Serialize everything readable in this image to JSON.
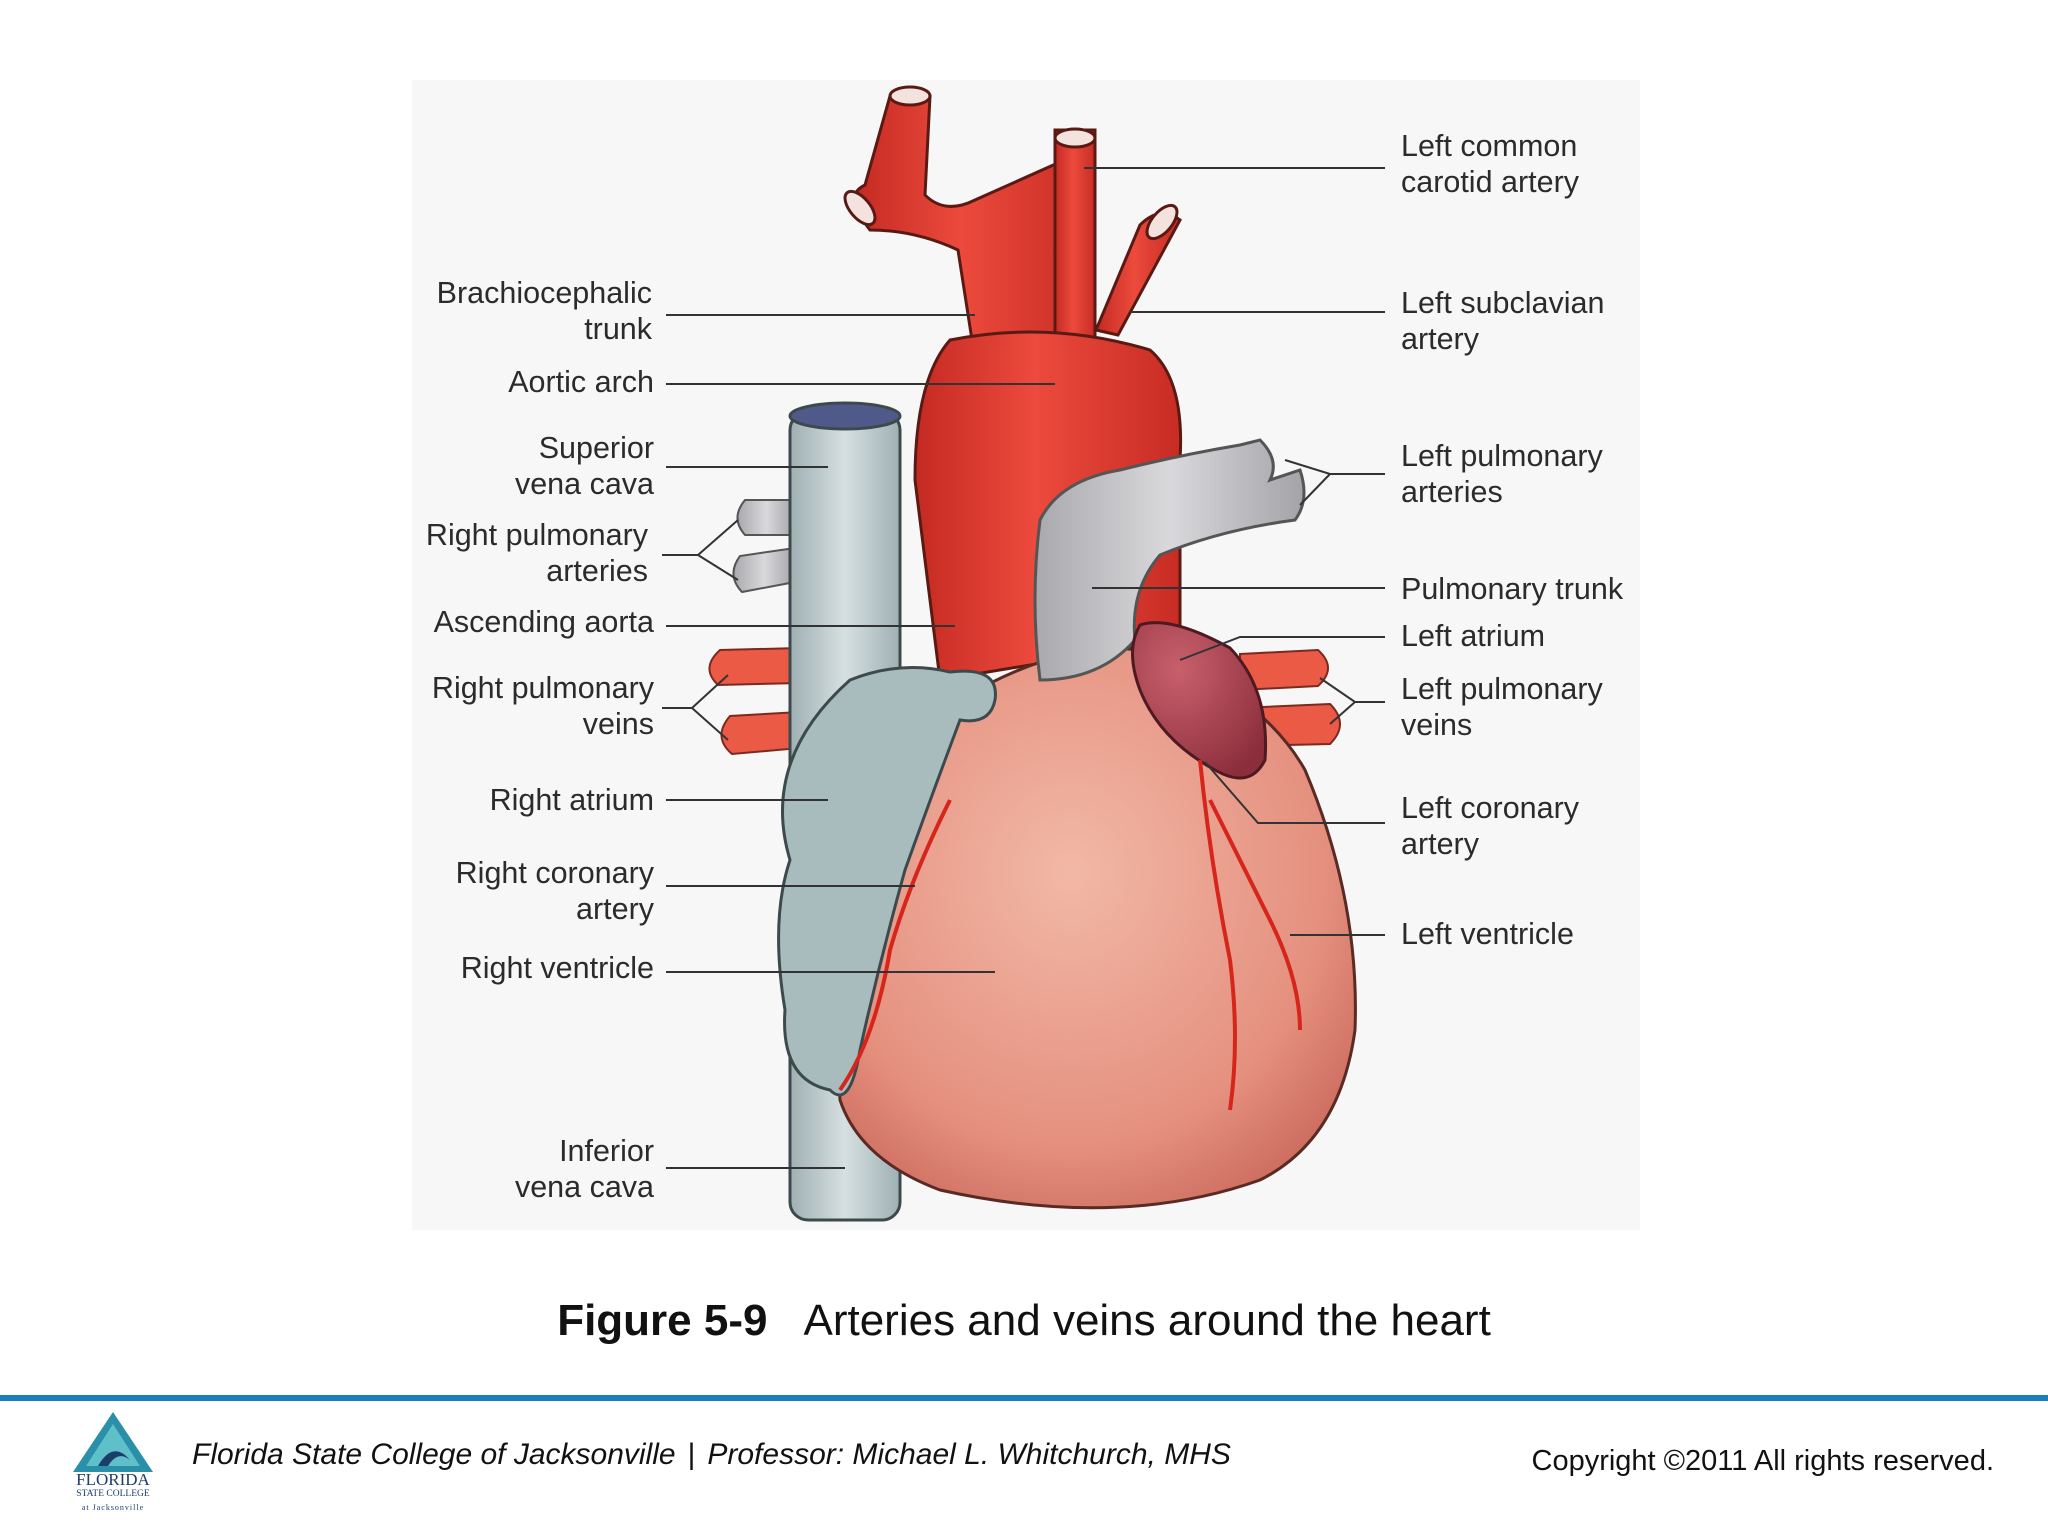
{
  "labels_left": [
    {
      "id": "brachiocephalic-trunk",
      "lines": [
        "Brachiocephalic",
        "trunk"
      ]
    },
    {
      "id": "aortic-arch",
      "lines": [
        "Aortic arch"
      ]
    },
    {
      "id": "superior-vena-cava",
      "lines": [
        "Superior",
        "vena cava"
      ]
    },
    {
      "id": "right-pulmonary-arteries",
      "lines": [
        "Right pulmonary",
        "arteries"
      ]
    },
    {
      "id": "ascending-aorta",
      "lines": [
        "Ascending aorta"
      ]
    },
    {
      "id": "right-pulmonary-veins",
      "lines": [
        "Right pulmonary",
        "veins"
      ]
    },
    {
      "id": "right-atrium",
      "lines": [
        "Right atrium"
      ]
    },
    {
      "id": "right-coronary-artery",
      "lines": [
        "Right coronary",
        "artery"
      ]
    },
    {
      "id": "right-ventricle",
      "lines": [
        "Right ventricle"
      ]
    },
    {
      "id": "inferior-vena-cava",
      "lines": [
        "Inferior",
        "vena cava"
      ]
    }
  ],
  "labels_right": [
    {
      "id": "left-common-carotid-artery",
      "lines": [
        "Left common",
        "carotid artery"
      ]
    },
    {
      "id": "left-subclavian-artery",
      "lines": [
        "Left subclavian",
        "artery"
      ]
    },
    {
      "id": "left-pulmonary-arteries",
      "lines": [
        "Left pulmonary",
        "arteries"
      ]
    },
    {
      "id": "pulmonary-trunk",
      "lines": [
        "Pulmonary trunk"
      ]
    },
    {
      "id": "left-atrium",
      "lines": [
        "Left atrium"
      ]
    },
    {
      "id": "left-pulmonary-veins",
      "lines": [
        "Left pulmonary",
        "veins"
      ]
    },
    {
      "id": "left-coronary-artery",
      "lines": [
        "Left coronary",
        "artery"
      ]
    },
    {
      "id": "left-ventricle",
      "lines": [
        "Left ventricle"
      ]
    }
  ],
  "caption": {
    "figure": "Figure 5-9",
    "title": "Arteries and veins around the heart"
  },
  "footer": {
    "institution": "Florida State College of Jacksonville",
    "separator": "|",
    "professor": "Professor: Michael L. Whitchurch, MHS",
    "copyright": "Copyright ©2011  All rights reserved."
  },
  "logo": {
    "line1": "FLORIDA",
    "line2": "STATE COLLEGE",
    "line3": "at Jacksonville"
  },
  "colors": {
    "artery": "#e0382e",
    "vein": "#b9c6c8",
    "heart": "#e9a090",
    "left_atrium": "#a8404f",
    "footer_rule": "#1a7fbf"
  }
}
